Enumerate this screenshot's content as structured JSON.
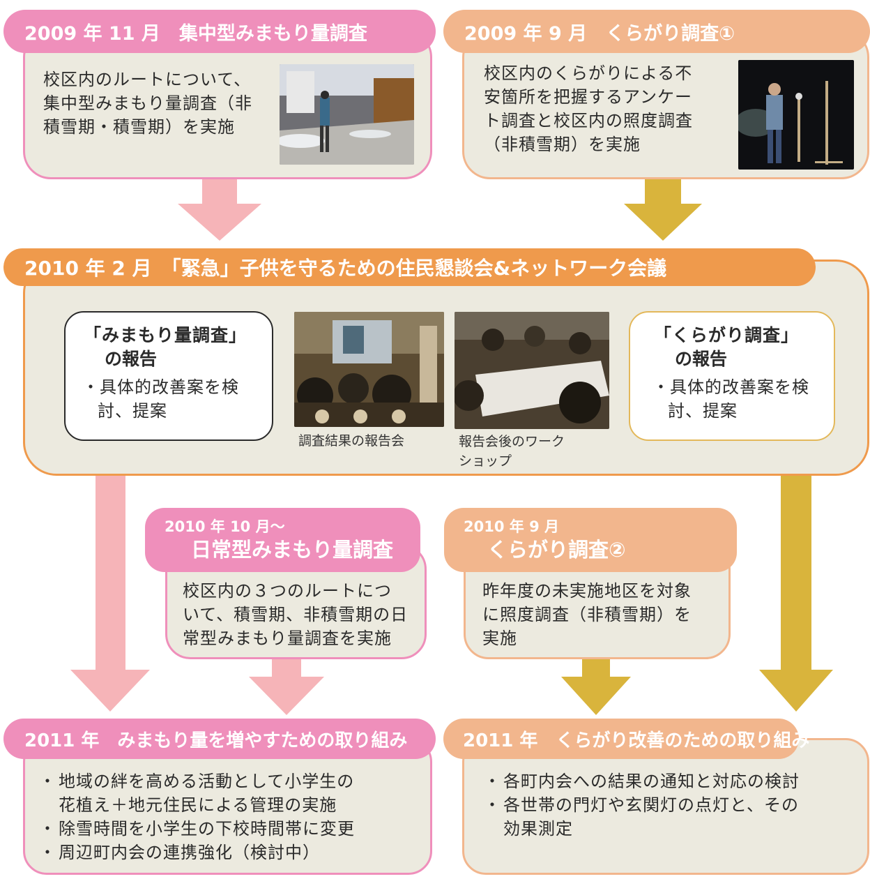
{
  "colors": {
    "pink": "#ef8fbb",
    "peach": "#f2b68d",
    "orange": "#ef9a4c",
    "gold": "#d9b43c",
    "light_pink_arrow": "#f6b4b8",
    "panel_bg": "#eceadf"
  },
  "top_left": {
    "title": "2009 年 11 月　集中型みまもり量調査",
    "lines": [
      "校区内のルートについて、",
      "集中型みまもり量調査（非",
      "積雪期・積雪期）を実施"
    ]
  },
  "top_right": {
    "title": "2009 年 9 月　くらがり調査①",
    "lines": [
      "校区内のくらがりによる不",
      "安箇所を把握するアンケー",
      "ト調査と校区内の照度調査",
      "（非積雪期）を実施"
    ]
  },
  "middle": {
    "title": "2010 年 2 月　「緊急」子供を守るための住民懇談会&ネットワーク会議",
    "left_box": {
      "heading1": "「みまもり量調査」",
      "heading2": "の報告",
      "bullet_lines": [
        "具体的改善案を検",
        "討、提案"
      ]
    },
    "right_box": {
      "heading1": "「くらがり調査」",
      "heading2": "の報告",
      "bullet_lines": [
        "具体的改善案を検",
        "討、提案"
      ]
    },
    "photo1_caption": "調査結果の報告会",
    "photo2_caption_lines": [
      "報告会後のワーク",
      "ショップ"
    ]
  },
  "lower_left": {
    "title_line1": "2010 年 10 月〜",
    "title_line2": "日常型みまもり量調査",
    "lines": [
      "校区内の３つのルートにつ",
      "いて、積雪期、非積雪期の日",
      "常型みまもり量調査を実施"
    ]
  },
  "lower_right": {
    "title_line1": "2010 年 9 月",
    "title_line2": "くらがり調査②",
    "lines": [
      "昨年度の未実施地区を対象",
      "に照度調査（非積雪期）を",
      "実施"
    ]
  },
  "bottom_left": {
    "title": "2011 年　みまもり量を増やすための取り組み",
    "bullets": [
      [
        "地域の絆を高める活動として小学生の",
        "花植え＋地元住民による管理の実施"
      ],
      [
        "除雪時間を小学生の下校時間帯に変更"
      ],
      [
        "周辺町内会の連携強化（検討中）"
      ]
    ]
  },
  "bottom_right": {
    "title": "2011 年　くらがり改善のための取り組み",
    "bullets": [
      [
        "各町内会への結果の通知と対応の検討"
      ],
      [
        "各世帯の門灯や玄関灯の点灯と、その",
        "効果測定"
      ]
    ]
  }
}
